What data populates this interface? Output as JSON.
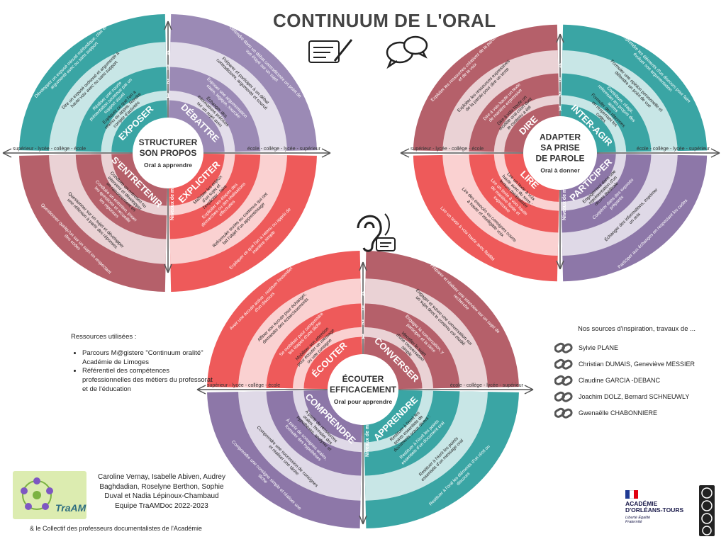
{
  "title": "CONTINUUM DE L'ORAL",
  "scale": {
    "left": "supérieur - lycée - collège - école",
    "right": "école - collège - lycée - supérieur",
    "niveaux": "Niveaux de maîtrise",
    "levels": [
      "4",
      "3",
      "2",
      "1"
    ]
  },
  "flowers": [
    {
      "id": "structurer",
      "center_line1": "STRUCTURER",
      "center_line2": "SON PROPOS",
      "center_sub": "Oral à apprendre",
      "petals": [
        {
          "label": "EXPOSER",
          "color": "#3aa5a4",
          "items": [
            "Développer un exposé minuté méthodique, clair et argumenté avec ou sans support",
            "Dire un exposé ordonné et argumenté à haute voix avec ou sans support",
            "Réaliser une courte présentation soutenue par un support visuel",
            "Expliquer ce que l'on a retenu ou appris. Rendre compte d'activités"
          ]
        },
        {
          "label": "DÉBATTRE",
          "color": "#9b8ab5",
          "items": [
            "Défendre dans un débat contradictoire un point de vue étayé sur un sujet",
            "Préparer et participer à un débat contradictoire, argumenté et sourcé",
            "Exposer une argumentation claire, logique, sourcée",
            "Échanger des informations précises sur un sujet avec plusieurs arguments"
          ]
        },
        {
          "label": "S'ENTRETENIR",
          "color": "#b5606a",
          "items": [
            "Questionner quelqu'un sur un sujet en respectant des codes",
            "Questionner sur un sujet et développer une réflexion à partir des réponses",
            "Conduire un entretien, poser les questions et recueillir les réponses",
            "Conduire un entretien ou interview et développer un raisonnement en conséquence"
          ]
        },
        {
          "label": "EXPLICITER",
          "color": "#ee5a5a",
          "items": [
            "Expliquer ce que l'on a retenu ou appris de manière simple",
            "Reformuler textes ou contenus qui ont fait l'objet d'un apprentissage",
            "Expliciter les étapes des démarches ou des réalisations effectuées",
            "Maîtriser les enjeux d'un sujet et l'expliciter : faire preuve d'esprit critique"
          ]
        }
      ]
    },
    {
      "id": "adapter",
      "center_line1": "ADAPTER",
      "center_line2": "SA PRISE",
      "center_line3": "DE PAROLE",
      "center_sub": "Oral à donner",
      "petals": [
        {
          "label": "DIRE",
          "color": "#b5606a",
          "items": [
            "Exploiter les ressources créatives de la parole et de la voix",
            "Exploiter les ressources expressives de la parole pour dire un texte",
            "Dire à voix haute un texte de manière expressive",
            "Dire à voix haute un modèle oral court dont le contenu a été étudié"
          ]
        },
        {
          "label": "INTER-AGIR",
          "color": "#3aa5a4",
          "items": [
            "Reprendre les éléments d'un discours pour faire évoluer son argumentation",
            "Formuler une opinion personnelle et défendre un point de vue",
            "Contribuer, réagir, reformuler les propos des autres",
            "Formuler des réponses en respectant les codes"
          ]
        },
        {
          "label": "LIRE",
          "color": "#ee5a5a",
          "items": [
            "Lire un texte à voix haute avec fluidité",
            "Lire des énoncés ou consignes courts à haute et intelligible voix",
            "Lire un texte à voix haute de manière fluide et expressive",
            "Lire un texte à voix haute avec du sens : lecture théâtralisée"
          ]
        },
        {
          "label": "PARTICIPER",
          "color": "#8d77a8",
          "items": [
            "Participer aux échanges en respectant les codes",
            "Échanger des informations, exprimer un avis",
            "Coopérer dans des exposés préparés",
            "Engagement dans une représentation d'un œuvre théâtrale"
          ]
        }
      ]
    },
    {
      "id": "ecouter",
      "center_line1": "ÉCOUTER",
      "center_line2": "EFFICACEMENT",
      "center_sub": "Oral pour apprendre",
      "petals": [
        {
          "label": "ÉCOUTER",
          "color": "#ee5a5a",
          "items": [
            "Avoir une écoute active : restituer l'essentiel d'un discours",
            "Affiner son écoute pour échanger, demander des éclaircissements",
            "Se mobiliser pour comprendre les étapes d'une tâche",
            "Mobiliser son attention pour écouter un message ou une consigne"
          ]
        },
        {
          "label": "CONVERSER",
          "color": "#b5606a",
          "items": [
            "Préparer et réaliser une interview sur un sujet de recherche",
            "Engager et suivre une conversation sur un sujet dont le contenu est étudié",
            "Engager la conversation, y participer et la clore",
            "Identifier le sujet d'une conversation simple"
          ]
        },
        {
          "label": "COMPRENDRE",
          "color": "#8d77a8",
          "items": [
            "Comprendre une consigne simple et réaliser une tâche",
            "Comprendre une succession de consignes et réaliser une tâche",
            "À partir de consignes orales, formuler des hypothèses",
            "À partir de ressources orales, formuler des hypothèses, analyser et restituer"
          ]
        },
        {
          "label": "APPRENDRE",
          "color": "#3aa5a4",
          "items": [
            "Restituer à l'oral les éléments d'un récit ou discours",
            "Restituer à l'écrit les points essentiels d'un message oral",
            "Restituer à l'écrit les points essentiels d'un document oral",
            "Restituer à l'écrit les points essentiels de documents oraux divers : faire preuve d'esprit critique"
          ]
        }
      ]
    }
  ],
  "resources": {
    "heading": "Ressources utilisées :",
    "items": [
      "Parcours M@gistere \"Continuum oralité\" Académie de Limoges",
      "Référentiel des compétences professionnelles des métiers du professorat et de l'éducation"
    ]
  },
  "sources": {
    "heading": "Nos sources d'inspiration, travaux de ...",
    "names": [
      "Sylvie PLANE",
      "Christian DUMAIS, Geneviève MESSIER",
      "Claudine GARCIA -DEBANC",
      "Joachim DOLZ, Bernard SCHNEUWLY",
      "Gwenaëlle CHABONNIERE"
    ]
  },
  "credits": {
    "authors": "Caroline Vernay, Isabelle Abiven, Audrey Baghdadian, Roselyne Berthon, Sophie Duval et Nadia Lépinoux-Chambaud",
    "team": "Equipe TraAMDoc 2022-2023",
    "collectif": "& le Collectif des professeurs documentalistes de l'Académie"
  },
  "logos": {
    "traam": "TraAM",
    "acad_line1": "ACADÉMIE",
    "acad_line2": "D'ORLÉANS-TOURS",
    "acad_motto": "Liberté Égalité Fraternité"
  }
}
